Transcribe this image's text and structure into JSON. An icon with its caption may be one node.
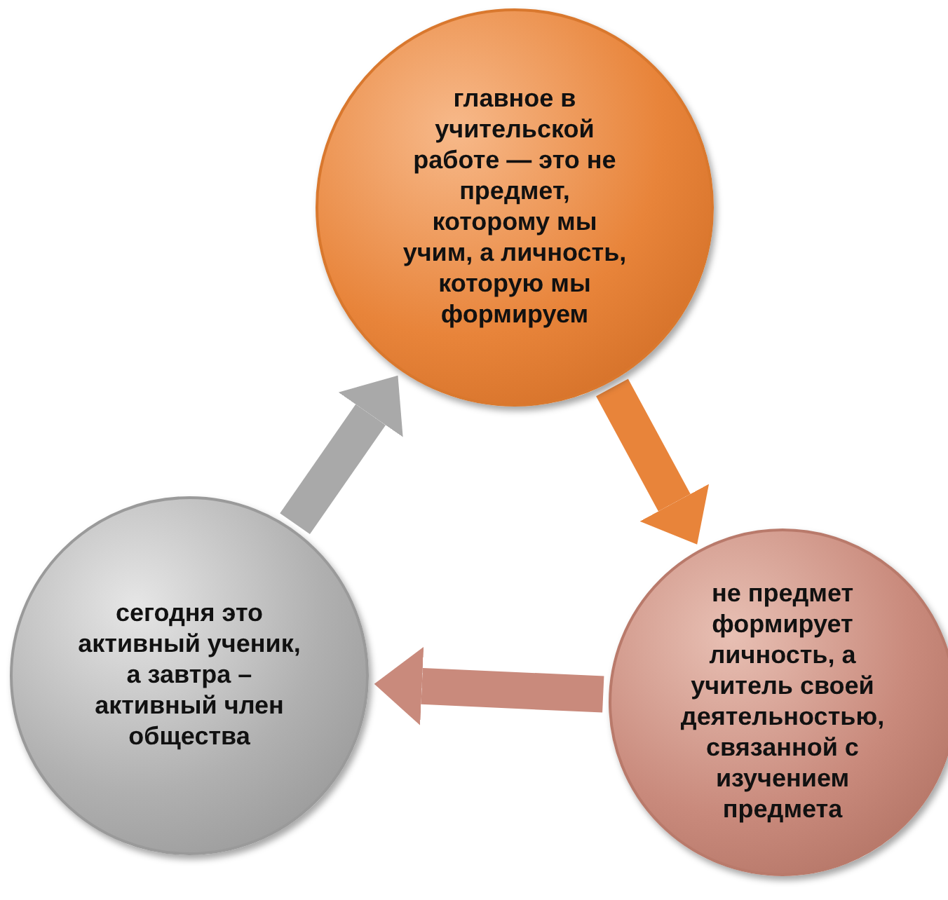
{
  "diagram": {
    "nodes": [
      {
        "text": [
          "главное в учительской работе — это не предмет, которому мы учим, а личность, которую мы формируем"
        ]
      },
      {
        "text": [
          "не предмет формирует личность, а учитель своей деятельностью, связанной с изучением предмета"
        ]
      },
      {
        "text": [
          "сегодня это активный ученик, а завтра – активный член общества"
        ]
      }
    ],
    "edges": [
      {
        "from": 0,
        "to": 1,
        "arrow": "to",
        "color": "#e8843a"
      },
      {
        "from": 1,
        "to": 2,
        "arrow": "to",
        "color": "#c98a7c"
      },
      {
        "from": 2,
        "to": 0,
        "arrow": "to",
        "color": "#a9a9a9"
      }
    ]
  }
}
